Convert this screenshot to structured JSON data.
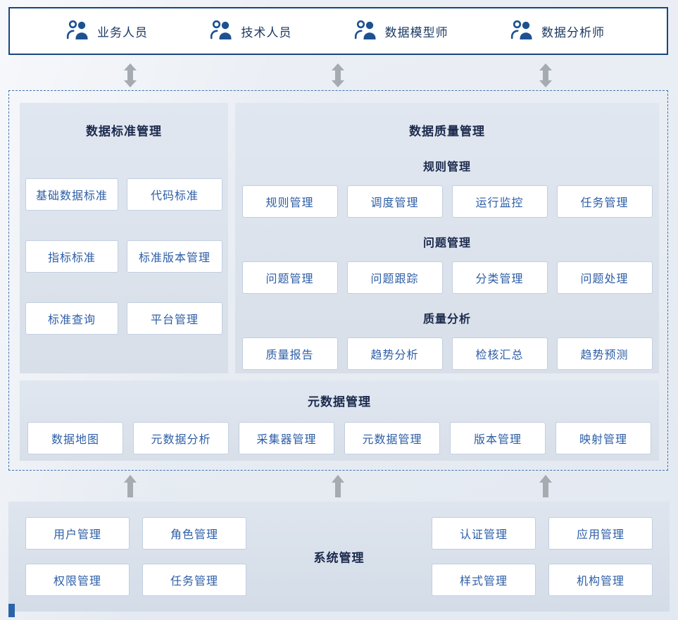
{
  "colors": {
    "accent_border": "#16477e",
    "dashed_border": "#4472ad",
    "button_text": "#2d5ea6",
    "title_text": "#1b2a4d",
    "icon_blue": "#1d5191",
    "arrow_gray": "#a6abb2"
  },
  "roles": {
    "items": [
      {
        "label": "业务人员"
      },
      {
        "label": "技术人员"
      },
      {
        "label": "数据模型师"
      },
      {
        "label": "数据分析师"
      }
    ]
  },
  "standard": {
    "title": "数据标准管理",
    "buttons": [
      "基础数据标准",
      "代码标准",
      "指标标准",
      "标准版本管理",
      "标准查询",
      "平台管理"
    ]
  },
  "quality": {
    "title": "数据质量管理",
    "groups": [
      {
        "title": "规则管理",
        "buttons": [
          "规则管理",
          "调度管理",
          "运行监控",
          "任务管理"
        ]
      },
      {
        "title": "问题管理",
        "buttons": [
          "问题管理",
          "问题跟踪",
          "分类管理",
          "问题处理"
        ]
      },
      {
        "title": "质量分析",
        "buttons": [
          "质量报告",
          "趋势分析",
          "检核汇总",
          "趋势预测"
        ]
      }
    ]
  },
  "metadata": {
    "title": "元数据管理",
    "buttons": [
      "数据地图",
      "元数据分析",
      "采集器管理",
      "元数据管理",
      "版本管理",
      "映射管理"
    ]
  },
  "system": {
    "title": "系统管理",
    "left_buttons": [
      "用户管理",
      "角色管理",
      "权限管理",
      "任务管理"
    ],
    "right_buttons": [
      "认证管理",
      "应用管理",
      "样式管理",
      "机构管理"
    ]
  }
}
